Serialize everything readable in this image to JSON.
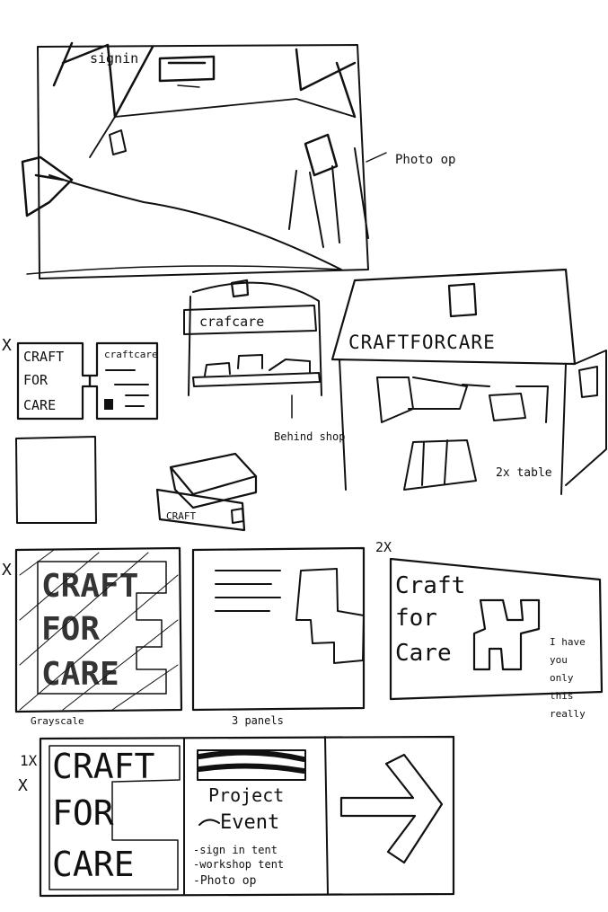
{
  "colors": {
    "ink": "#111111",
    "paper": "#ffffff"
  },
  "scene": {
    "sign_in": "signin",
    "photo_op": "Photo op"
  },
  "booth_notes": {
    "x_mark": "X",
    "sign_craft": "CRAFT",
    "sign_for": "FOR",
    "sign_care": "CARE",
    "card_title": "craftcare",
    "shelf_sign": "crafcare",
    "behind_shop": "Behind shop",
    "box_label": "CRAFT",
    "tent_banner": "CRAFTFORCARE",
    "tables_note": "2x table"
  },
  "panels": {
    "x_mark": "X",
    "two_x": "2X",
    "poster_craft": "CRAFT",
    "poster_for": "FOR",
    "poster_care": "CARE",
    "grayscale_note": "Grayscale",
    "panels_note": "3 panels",
    "craft_word": "Craft",
    "for_word": "for",
    "care_word": "Care",
    "side_note_1": "I have",
    "side_note_2": "you",
    "side_note_3": "only",
    "side_note_4": "this",
    "side_note_5": "really"
  },
  "brochure": {
    "one_x": "1X",
    "x_mark": "X",
    "craft": "CRAFT",
    "for": "FOR",
    "care": "CARE",
    "project": "Project",
    "event": "Event",
    "item_1": "-sign in tent",
    "item_2": "-workshop tent",
    "item_3": "-Photo op"
  }
}
